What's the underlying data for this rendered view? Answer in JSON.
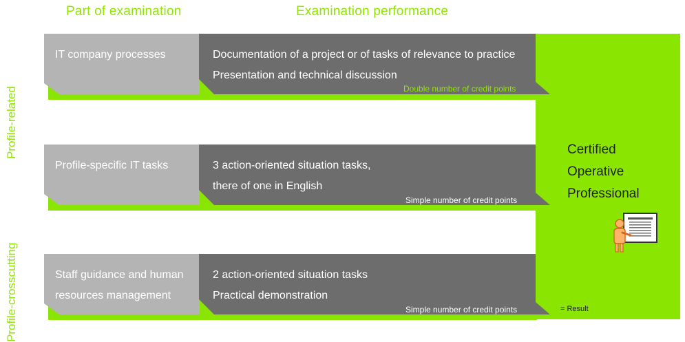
{
  "headers": {
    "part": "Part of examination",
    "performance": "Examination performance"
  },
  "side_labels": {
    "profile_related": "Profile-related",
    "profile_crosscutting": "Profile-crosscutting"
  },
  "rows": [
    {
      "part_lines": [
        "IT company processes"
      ],
      "performance_lines": [
        "Documentation of a project or of tasks of relevance to practice",
        "Presentation and technical discussion"
      ],
      "credit": "Double number of credit points"
    },
    {
      "part_lines": [
        "Profile-specific IT tasks"
      ],
      "performance_lines": [
        "3 action-oriented situation tasks,",
        "there of one in English"
      ],
      "credit": "Simple number of credit points"
    },
    {
      "part_lines": [
        "Staff guidance and human",
        "resources management"
      ],
      "performance_lines": [
        "2 action-oriented situation tasks",
        "Practical demonstration"
      ],
      "credit": "Simple number of credit points"
    }
  ],
  "result": {
    "title_lines": [
      "Certified",
      "Operative",
      "Professional"
    ],
    "note": "= Result",
    "icon": "certificate-person-icon"
  },
  "colors": {
    "green": "#8ae600",
    "light_gray": "#b4b4b4",
    "dark_gray": "#6d6d6e"
  }
}
